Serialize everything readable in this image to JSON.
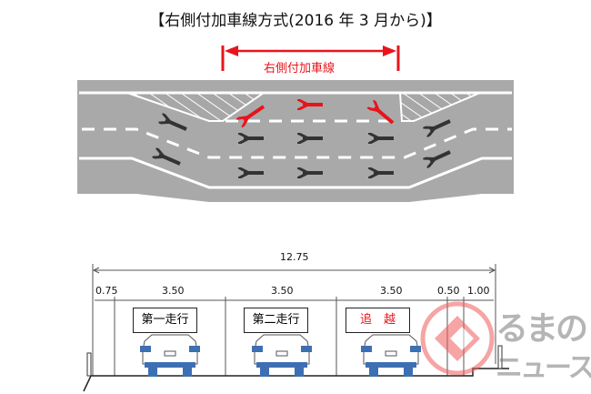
{
  "title": "【右側付加車線方式(2016 年 3 月から)】",
  "plan_view": {
    "section_label": "右側付加車線",
    "accent_color": "#e8141b"
  },
  "cross_section": {
    "total_width": "12.75",
    "widths": [
      "0.75",
      "3.50",
      "3.50",
      "3.50",
      "0.50",
      "1.00"
    ],
    "lanes": [
      {
        "label": "第一走行",
        "color": "#111111"
      },
      {
        "label": "第二走行",
        "color": "#111111"
      },
      {
        "label": "追　越",
        "color": "#e8141b"
      }
    ]
  },
  "watermark": {
    "line1": "るまの",
    "line2": "ニュース"
  }
}
